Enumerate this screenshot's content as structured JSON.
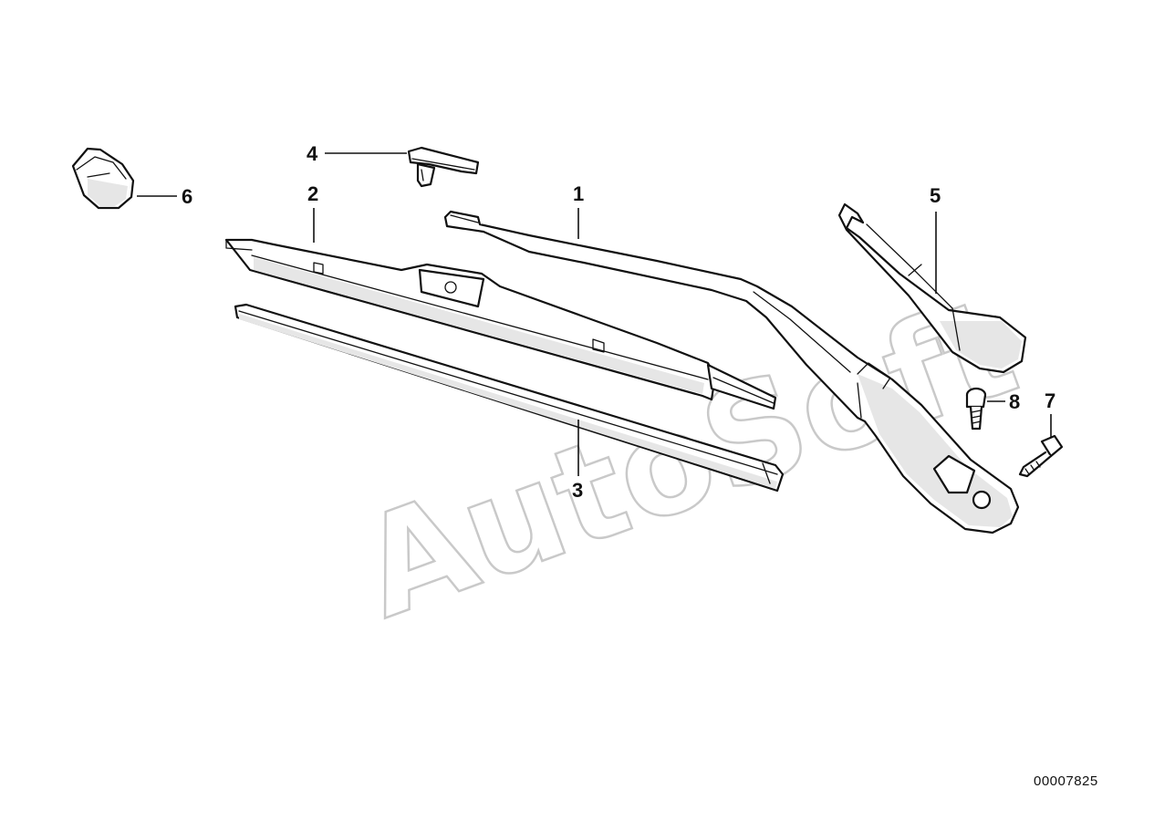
{
  "diagram": {
    "watermark": "AutoSoft",
    "diagram_id": "00007825",
    "callouts": {
      "c1": "1",
      "c2": "2",
      "c3": "3",
      "c4": "4",
      "c5": "5",
      "c6": "6",
      "c7": "7",
      "c8": "8"
    }
  }
}
